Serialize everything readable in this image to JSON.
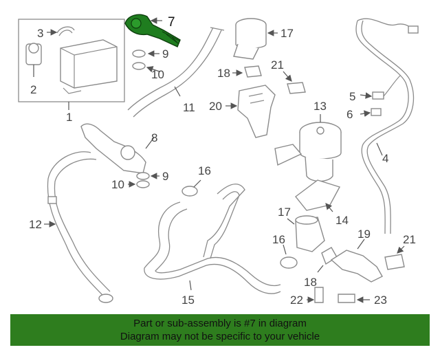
{
  "diagram": {
    "highlighted_part": "7",
    "callouts": [
      "1",
      "2",
      "3",
      "4",
      "5",
      "6",
      "7",
      "8",
      "9",
      "9",
      "10",
      "10",
      "11",
      "12",
      "13",
      "14",
      "15",
      "16",
      "16",
      "17",
      "17",
      "18",
      "18",
      "19",
      "20",
      "21",
      "21",
      "22",
      "23"
    ]
  },
  "banner": {
    "line1": "Part or sub-assembly is #7 in diagram",
    "line2": "Diagram may not be specific to your vehicle",
    "color": "#2e7d1e"
  },
  "colors": {
    "highlight": "#1f7d1f",
    "line_art": "#8a8a8a"
  }
}
